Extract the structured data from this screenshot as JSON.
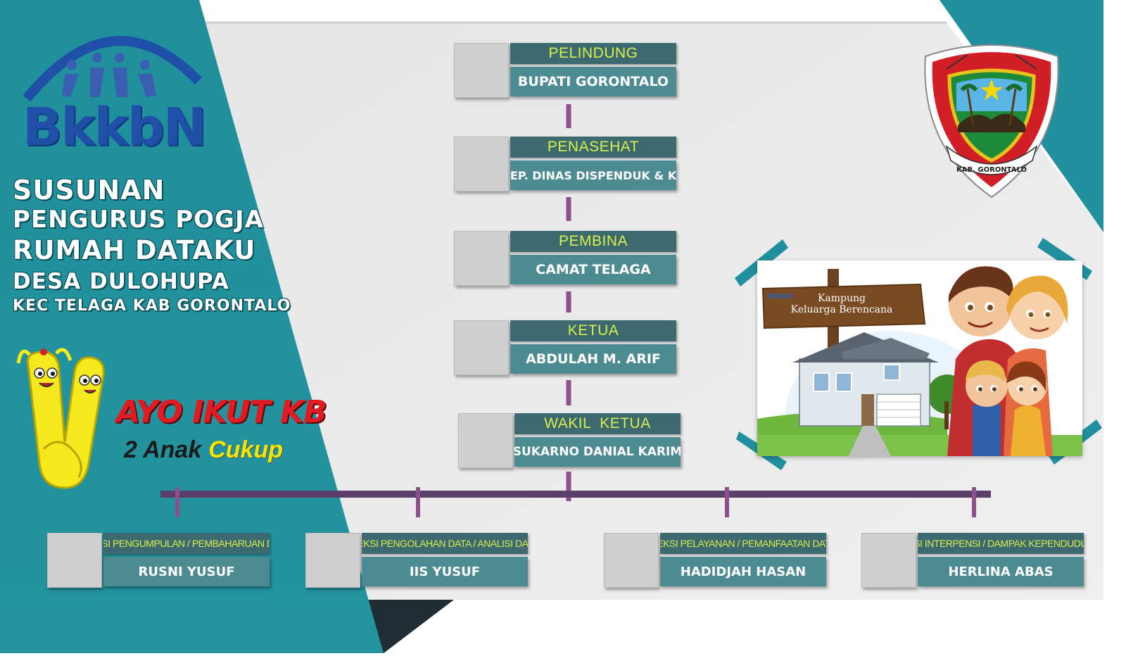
{
  "left_panel": {
    "logo_text": "BkkbN",
    "title_lines": [
      "SUSUNAN",
      "PENGURUS POGJA",
      "RUMAH DATAKU",
      "DESA DULOHUPA",
      "KEC TELAGA KAB GORONTALO"
    ],
    "slogan_main": "AYO IKUT KB",
    "slogan_sub_1": "2 Anak",
    "slogan_sub_2": "Cukup"
  },
  "emblem": {
    "banner_text": "KAB. GORONTALO"
  },
  "illustration": {
    "sign_logo": "BkkbN",
    "sign_line_1": "Kampung",
    "sign_line_2": "Keluarga Berencana"
  },
  "org_chart": {
    "hierarchy": [
      {
        "role": "PELINDUNG",
        "name": "BUPATI GORONTALO"
      },
      {
        "role": "PENASEHAT",
        "name": "KEP. DINAS DISPENDUK & KB"
      },
      {
        "role": "PEMBINA",
        "name": "CAMAT TELAGA"
      },
      {
        "role": "KETUA",
        "name": "ABDULAH M. ARIF"
      },
      {
        "role": "WAKIL  KETUA",
        "name": "SUKARNO DANIAL KARIM"
      }
    ],
    "sections": [
      {
        "role": "SEKSI PENGUMPULAN / PEMBAHARUAN DATA",
        "name": "RUSNI YUSUF"
      },
      {
        "role": "SEKSI PENGOLAHAN DATA / ANALISI DATA",
        "name": "IIS YUSUF"
      },
      {
        "role": "SEKSI PELAYANAN / PEMANFAATAN DATA",
        "name": "HADIDJAH HASAN"
      },
      {
        "role": "SEKSI INTERPENSI / DAMPAK KEPENDUDUKAN",
        "name": "HERLINA ABAS"
      }
    ]
  },
  "colors": {
    "teal": "#21909e",
    "dark_teal": "#1a6e78",
    "connector": "#8e4f8c",
    "role_bar": "#3d6a70",
    "name_bar": "#4d8b92",
    "role_text": "#d8ee4a"
  }
}
